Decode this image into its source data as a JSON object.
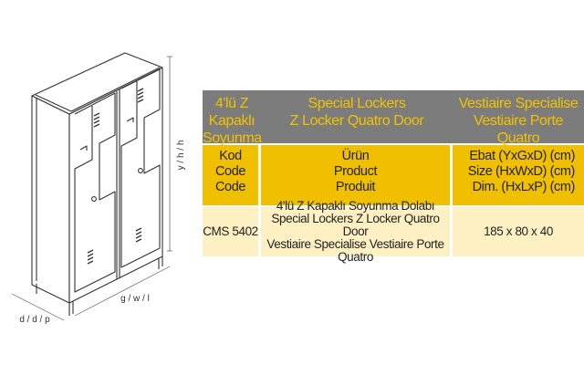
{
  "drawing": {
    "dim_height": "y / h / h",
    "dim_width": "g / w / l",
    "dim_depth": "d / d / p"
  },
  "table": {
    "header": {
      "col1": [
        "4'lü Z Kapaklı",
        "Soyunma Dolapları"
      ],
      "col2": [
        "Special Lockers",
        "Z Locker Quatro Door"
      ],
      "col3": [
        "Vestiaire Specialise",
        "Vestiaire Porte Quatro"
      ]
    },
    "subheader": {
      "col1": [
        "Kod",
        "Code",
        "Code"
      ],
      "col2": [
        "Ürün",
        "Product",
        "Produit"
      ],
      "col3": [
        "Ebat (YxGxD) (cm)",
        "Size (HxWxD) (cm)",
        "Dim. (HxLxP) (cm)"
      ]
    },
    "rows": [
      {
        "code": "CMS 5402",
        "product": [
          "4'lü Z Kapaklı Soyunma Dolabı",
          "Special Lockers Z Locker Quatro Door",
          "Vestiaire Specialise Vestiaire Porte Quatro"
        ],
        "size": "185 x 80 x 40"
      }
    ]
  },
  "colors": {
    "header_bg": "#7c7c7c",
    "header_text": "#f2c200",
    "subheader_bg": "#f0c000",
    "row_bg": "#fdf1c4"
  }
}
